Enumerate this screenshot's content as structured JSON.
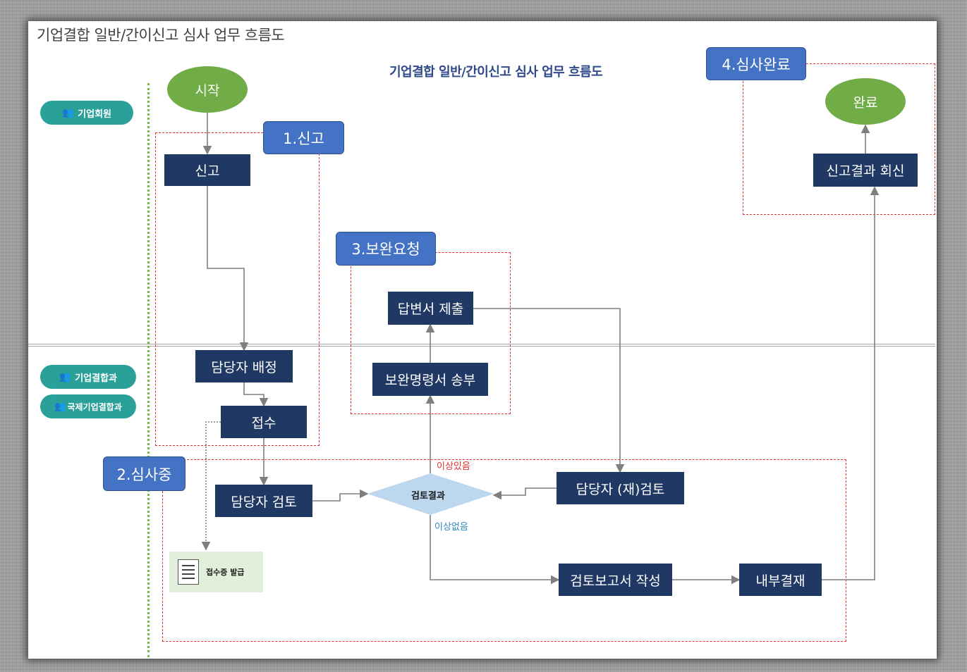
{
  "page_title": "기업결합 일반/간이신고 심사 업무 흐름도",
  "diagram_title": "기업결합 일반/간이신고 심사 업무 흐름도",
  "roles": {
    "member": "기업회원",
    "division": "기업결합과",
    "intl_division": "국제기업결합과"
  },
  "terminals": {
    "start": "시작",
    "end": "완료"
  },
  "stages": {
    "s1": "1.신고",
    "s2": "2.심사중",
    "s3": "3.보완요청",
    "s4": "4.심사완료"
  },
  "processes": {
    "report": "신고",
    "assign": "담당자 배정",
    "receive": "접수",
    "review": "담당자 검토",
    "rereview": "담당자 (재)검토",
    "answer": "답변서 제출",
    "order": "보완명령서 송부",
    "write_report": "검토보고서 작성",
    "approval": "내부결재",
    "reply": "신고결과 회신"
  },
  "decision": {
    "label": "검토결과",
    "issue": "이상있음",
    "no_issue": "이상없음"
  },
  "receipt_issue": "접수증 발급",
  "colors": {
    "process": "#1f3864",
    "stage": "#4472c4",
    "terminal": "#70ad47",
    "role_badge": "#2aa198",
    "decision": "#bdd7ee",
    "stage_border": "#e03030"
  }
}
